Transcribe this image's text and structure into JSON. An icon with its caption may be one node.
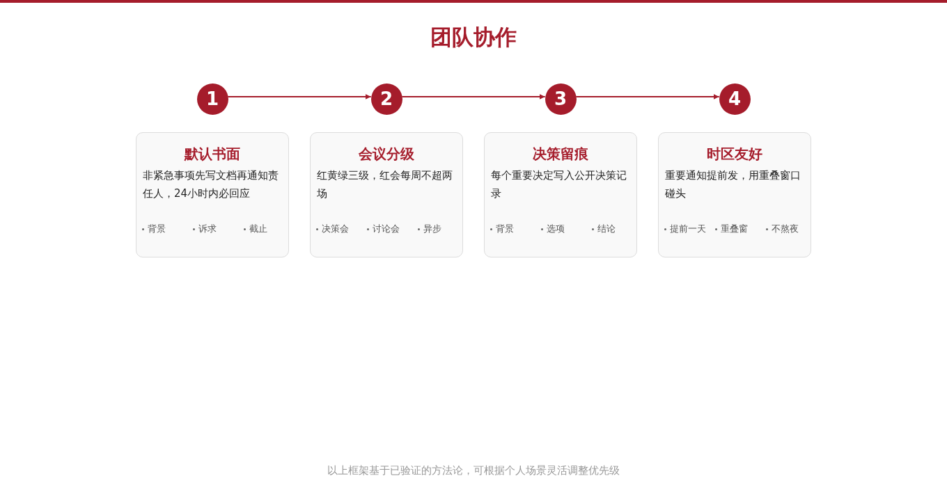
{
  "diagram": {
    "title": "团队协作",
    "nodes": [
      {
        "text": [
          "1"
        ]
      },
      {
        "text": [
          "2"
        ]
      },
      {
        "text": [
          "3"
        ]
      },
      {
        "text": [
          "4"
        ]
      },
      {
        "text": [
          "默认书面",
          "非紧急事项先写文档再通知责任人，24小时内必回应",
          "背景",
          "诉求",
          "截止"
        ]
      },
      {
        "text": [
          "会议分级",
          "红黄绿三级，红会每周不超两场",
          "决策会",
          "讨论会",
          "异步"
        ]
      },
      {
        "text": [
          "决策留痕",
          "每个重要决定写入公开决策记录",
          "背景",
          "选项",
          "结论"
        ]
      },
      {
        "text": [
          "时区友好",
          "重要通知提前发，用重叠窗口碰头",
          "提前一天",
          "重叠窗",
          "不熬夜"
        ]
      }
    ],
    "edges": [
      {
        "from": 0,
        "to": 1,
        "arrow": "to"
      },
      {
        "from": 1,
        "to": 2,
        "arrow": "to"
      },
      {
        "from": 2,
        "to": 3,
        "arrow": "to"
      }
    ],
    "caption": "以上框架基于已验证的方法论，可根据个人场景灵活调整优先级"
  }
}
